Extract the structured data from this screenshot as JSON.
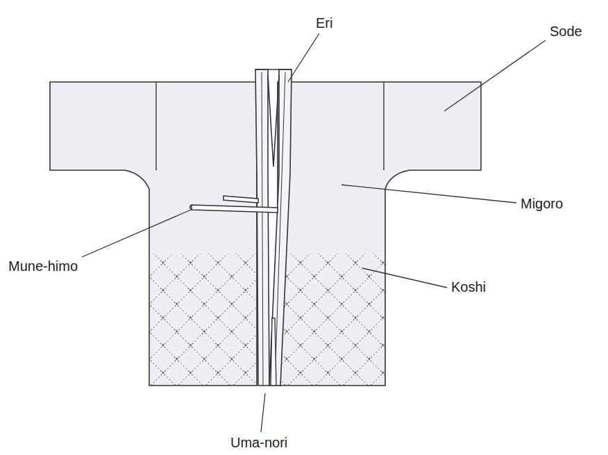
{
  "diagram": {
    "labels": [
      "Eri",
      "Sode",
      "Migoro",
      "Mune-himo",
      "Koshi",
      "Uma-nori"
    ]
  }
}
